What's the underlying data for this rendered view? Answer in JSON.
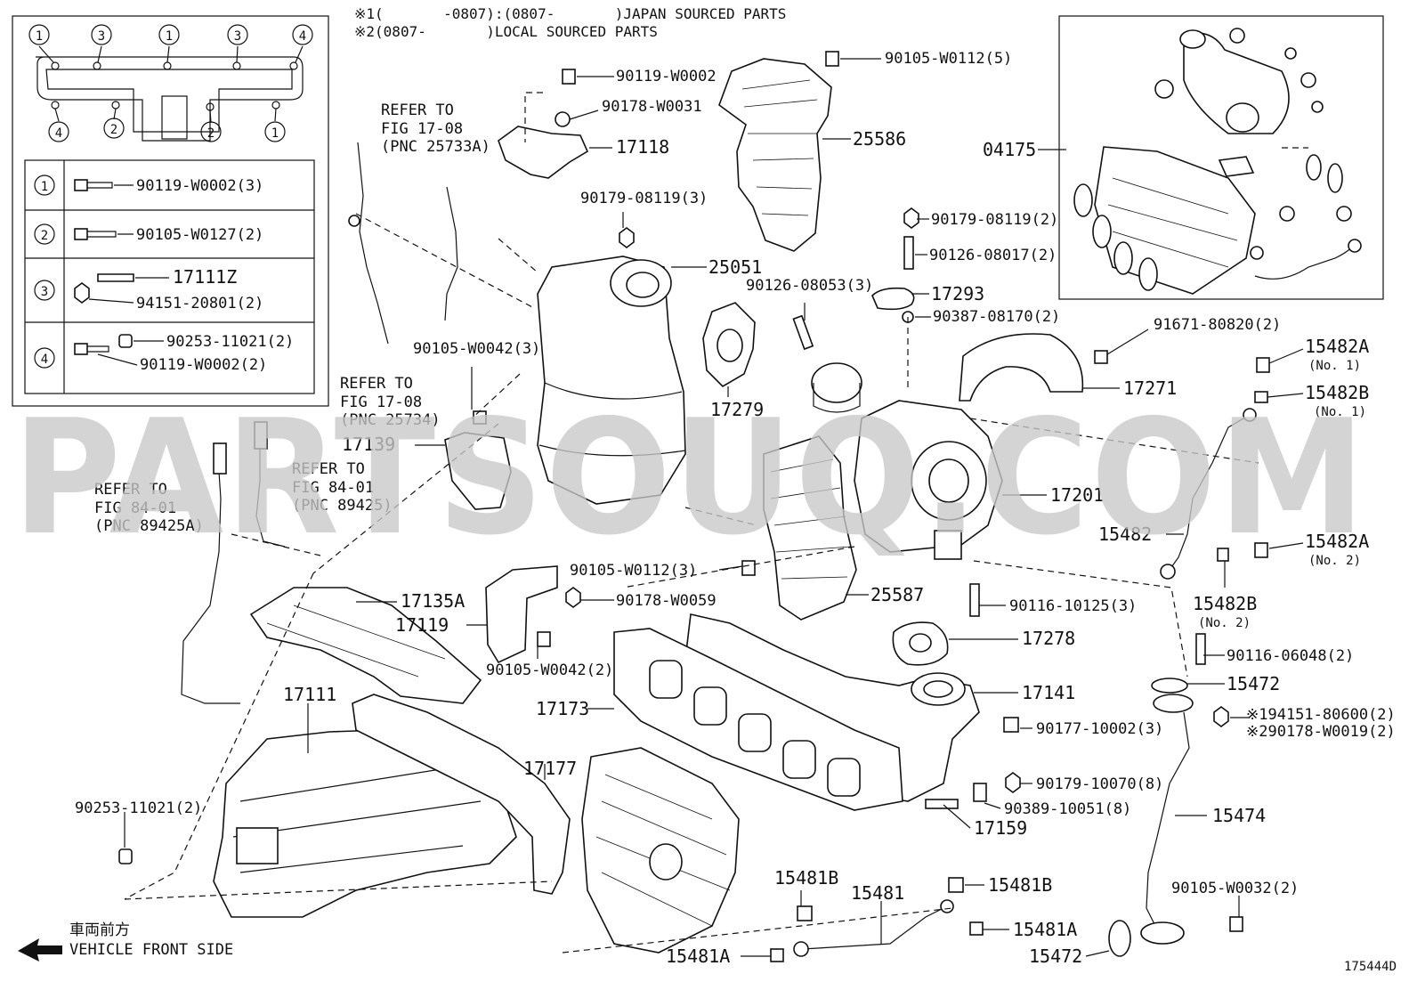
{
  "notes": [
    "※1(       -0807):(0807-       )JAPAN SOURCED PARTS",
    "※2(0807-       )LOCAL SOURCED PARTS"
  ],
  "watermark": "PARTSOUQ.COM",
  "diagram_code": "175444D",
  "direction": {
    "jp": "車両前方",
    "en": "VEHICLE FRONT SIDE"
  },
  "legend": {
    "top_markers": [
      "1",
      "3",
      "1",
      "3",
      "4"
    ],
    "bottom_markers": [
      "4",
      "2",
      "2",
      "1"
    ],
    "rows": [
      {
        "num": "1",
        "parts": [
          "90119-W0002(3)"
        ]
      },
      {
        "num": "2",
        "parts": [
          "90105-W0127(2)"
        ]
      },
      {
        "num": "3",
        "parts": [
          "17111Z",
          "94151-20801(2)"
        ]
      },
      {
        "num": "4",
        "parts": [
          "90253-11021(2)",
          "90119-W0002(2)"
        ]
      }
    ]
  },
  "inset_label": "04175",
  "refs": [
    {
      "id": "r1",
      "lines": [
        "REFER TO",
        "FIG 17-08",
        "(PNC 25733A)"
      ]
    },
    {
      "id": "r2",
      "lines": [
        "REFER TO",
        "FIG 17-08",
        "(PNC 25734)"
      ]
    },
    {
      "id": "r3",
      "lines": [
        "REFER TO",
        "FIG 84-01",
        "(PNC 89425A)"
      ]
    },
    {
      "id": "r4",
      "lines": [
        "REFER TO",
        "FIG 84-01",
        "(PNC 89425)"
      ]
    }
  ],
  "labels": [
    {
      "id": "l1",
      "text": "90119-W0002"
    },
    {
      "id": "l2",
      "text": "90178-W0031"
    },
    {
      "id": "l3",
      "text": "17118"
    },
    {
      "id": "l4",
      "text": "90179-08119(3)"
    },
    {
      "id": "l5",
      "text": "25051"
    },
    {
      "id": "l6",
      "text": "90105-W0112(5)"
    },
    {
      "id": "l7",
      "text": "25586"
    },
    {
      "id": "l8",
      "text": "90179-08119(2)"
    },
    {
      "id": "l9",
      "text": "90126-08017(2)"
    },
    {
      "id": "l10",
      "text": "90126-08053(3)"
    },
    {
      "id": "l11",
      "text": "17293"
    },
    {
      "id": "l12",
      "text": "90387-08170(2)"
    },
    {
      "id": "l13",
      "text": "91671-80820(2)"
    },
    {
      "id": "l14",
      "text": "15482A"
    },
    {
      "id": "l15",
      "text": "(No. 1)"
    },
    {
      "id": "l16",
      "text": "15482B"
    },
    {
      "id": "l17",
      "text": "(No. 1)"
    },
    {
      "id": "l18",
      "text": "17271"
    },
    {
      "id": "l19",
      "text": "90105-W0042(3)"
    },
    {
      "id": "l20",
      "text": "17279"
    },
    {
      "id": "l21",
      "text": "17139"
    },
    {
      "id": "l22",
      "text": "17201"
    },
    {
      "id": "l23",
      "text": "15482"
    },
    {
      "id": "l24",
      "text": "15482A"
    },
    {
      "id": "l25",
      "text": "(No. 2)"
    },
    {
      "id": "l26",
      "text": "15482B"
    },
    {
      "id": "l27",
      "text": "(No. 2)"
    },
    {
      "id": "l28",
      "text": "90105-W0112(3)"
    },
    {
      "id": "l29",
      "text": "25587"
    },
    {
      "id": "l30",
      "text": "90116-10125(3)"
    },
    {
      "id": "l31",
      "text": "17135A"
    },
    {
      "id": "l32",
      "text": "90178-W0059"
    },
    {
      "id": "l33",
      "text": "17119"
    },
    {
      "id": "l34",
      "text": "90105-W0042(2)"
    },
    {
      "id": "l35",
      "text": "17278"
    },
    {
      "id": "l36",
      "text": "90116-06048(2)"
    },
    {
      "id": "l37",
      "text": "15472"
    },
    {
      "id": "l38",
      "text": "17173"
    },
    {
      "id": "l39",
      "text": "17141"
    },
    {
      "id": "l40",
      "text": "※194151-80600(2)"
    },
    {
      "id": "l41",
      "text": "※290178-W0019(2)"
    },
    {
      "id": "l42",
      "text": "90177-10002(3)"
    },
    {
      "id": "l43",
      "text": "17111"
    },
    {
      "id": "l44",
      "text": "17177"
    },
    {
      "id": "l45",
      "text": "90179-10070(8)"
    },
    {
      "id": "l46",
      "text": "90389-10051(8)"
    },
    {
      "id": "l47",
      "text": "15474"
    },
    {
      "id": "l48",
      "text": "17159"
    },
    {
      "id": "l49",
      "text": "90253-11021(2)"
    },
    {
      "id": "l50",
      "text": "15481B"
    },
    {
      "id": "l51",
      "text": "15481"
    },
    {
      "id": "l52",
      "text": "15481B"
    },
    {
      "id": "l53",
      "text": "15481A"
    },
    {
      "id": "l54",
      "text": "90105-W0032(2)"
    },
    {
      "id": "l55",
      "text": "15481A"
    },
    {
      "id": "l56",
      "text": "15472"
    }
  ]
}
